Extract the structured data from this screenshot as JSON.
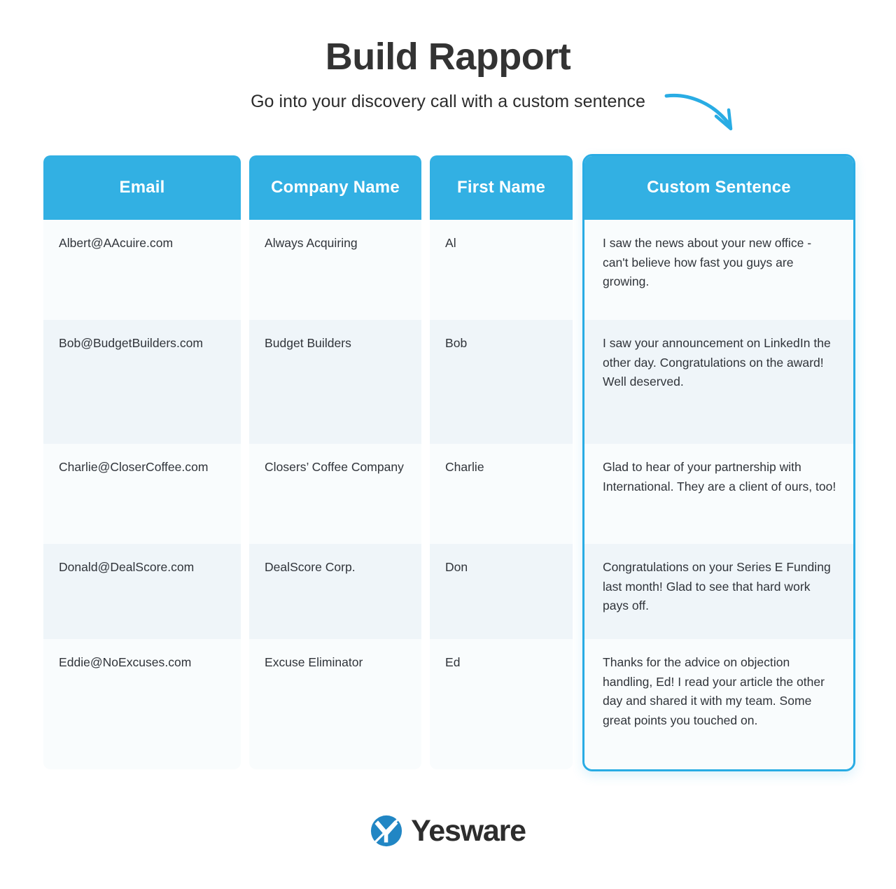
{
  "header": {
    "title": "Build Rapport",
    "subtitle": "Go into your discovery call with a custom sentence",
    "arrow_icon": "curved-arrow-down-right-icon",
    "arrow_color": "#29ace4"
  },
  "table": {
    "header_bg": "#32b0e3",
    "highlight_border_color": "#29ace4",
    "row_bg_odd": "#f9fcfd",
    "row_bg_even": "#eff5f9",
    "columns": [
      {
        "key": "email",
        "label": "Email"
      },
      {
        "key": "company",
        "label": "Company Name"
      },
      {
        "key": "first",
        "label": "First Name"
      },
      {
        "key": "custom",
        "label": "Custom Sentence",
        "highlighted": true
      }
    ],
    "rows": [
      {
        "email": "Albert@AAcuire.com",
        "company": "Always Acquiring",
        "first": "Al",
        "custom": "I saw the news about your new office - can't believe how fast you guys are growing."
      },
      {
        "email": "Bob@BudgetBuilders.com",
        "company": "Budget Builders",
        "first": "Bob",
        "custom": "I saw your announcement on LinkedIn the other day. Congratulations on the award! Well deserved."
      },
      {
        "email": "Charlie@CloserCoffee.com",
        "company": "Closers’ Coffee Company",
        "first": "Charlie",
        "custom": "Glad to hear of your partnership with International. They are a client of ours, too!"
      },
      {
        "email": "Donald@DealScore.com",
        "company": "DealScore Corp.",
        "first": "Don",
        "custom": "Congratulations on your Series E Funding last month! Glad to see that hard work pays off."
      },
      {
        "email": "Eddie@NoExcuses.com",
        "company": "Excuse Eliminator",
        "first": "Ed",
        "custom": "Thanks for the advice on objection handling, Ed! I read your article the other day and shared it with my team. Some great points you touched on."
      }
    ]
  },
  "footer": {
    "brand_name": "Yesware",
    "logo_icon": "yesware-logo-icon",
    "logo_color": "#2186c4"
  }
}
